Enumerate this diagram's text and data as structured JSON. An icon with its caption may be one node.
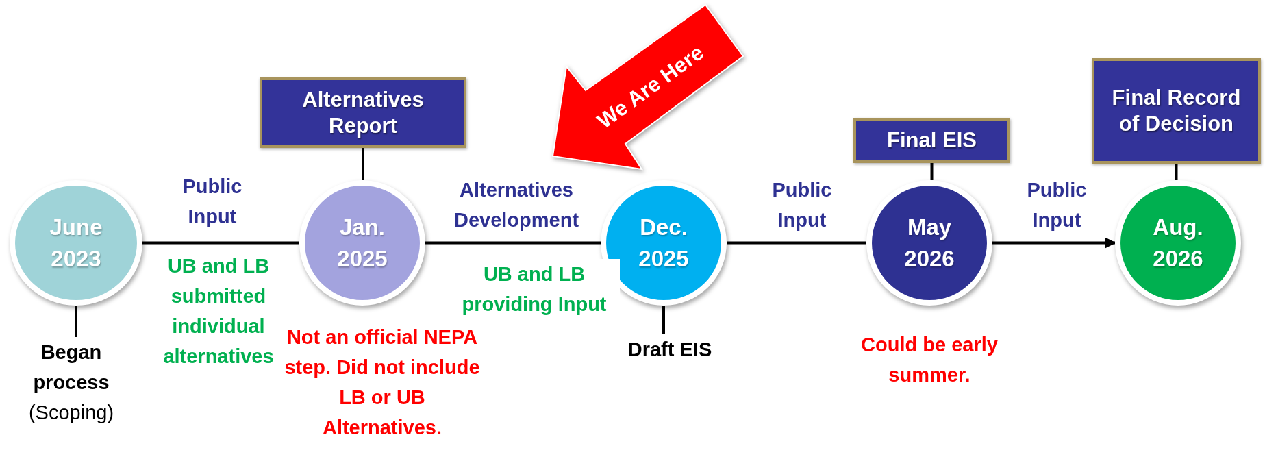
{
  "diagram": {
    "nodes": [
      {
        "text": [
          "June 2023"
        ]
      },
      {
        "text": [
          "Began process",
          "(Scoping)"
        ]
      },
      {
        "text": [
          "Alternatives Report"
        ]
      },
      {
        "text": [
          "Jan. 2025"
        ]
      },
      {
        "text": [
          "We Are Here"
        ]
      },
      {
        "text": [
          "Dec. 2025"
        ]
      },
      {
        "text": [
          "Draft EIS"
        ]
      },
      {
        "text": [
          "Final EIS"
        ]
      },
      {
        "text": [
          "May 2026"
        ]
      },
      {
        "text": [
          "Final Record of Decision"
        ]
      },
      {
        "text": [
          "Aug. 2026"
        ]
      }
    ],
    "edges": [
      {
        "from": 0,
        "to": 3,
        "arrow": "none",
        "label": "Public Input"
      },
      {
        "from": 3,
        "to": 5,
        "arrow": "none",
        "label": "Alternatives Development"
      },
      {
        "from": 5,
        "to": 8,
        "arrow": "none",
        "label": "Public Input"
      },
      {
        "from": 8,
        "to": 10,
        "arrow": "to",
        "label": "Public Input"
      },
      {
        "from": 0,
        "to": 1,
        "arrow": "none"
      },
      {
        "from": 2,
        "to": 3,
        "arrow": "none"
      },
      {
        "from": 5,
        "to": 6,
        "arrow": "none"
      },
      {
        "from": 7,
        "to": 8,
        "arrow": "none"
      },
      {
        "from": 9,
        "to": 10,
        "arrow": "none"
      }
    ],
    "labels": [
      "UB and LB submitted individual alternatives",
      "Not an official NEPA step. Did not include LB or UB Alternatives.",
      "UB and LB providing Input",
      "Could be early summer."
    ]
  }
}
